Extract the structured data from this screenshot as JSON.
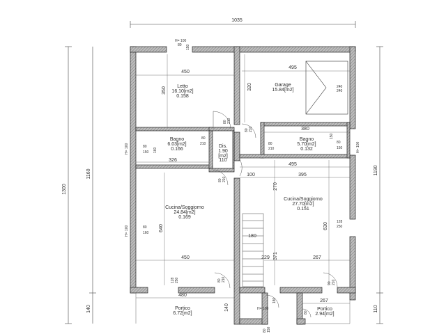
{
  "overall": {
    "width_total": "1035",
    "height_total": "1300",
    "height_left_inner": "1160",
    "height_right_inner": "1190",
    "bottom_left_offset": "140",
    "bottom_right_offset": "110"
  },
  "rooms": [
    {
      "id": "letto",
      "name": "Letto",
      "area": "16.10[m2]",
      "ratio": "0.158"
    },
    {
      "id": "garage",
      "name": "Garage",
      "area": "15.84[m2]",
      "ratio": ""
    },
    {
      "id": "bagno1",
      "name": "Bagno",
      "area": "6.03[m2]",
      "ratio": "0.166"
    },
    {
      "id": "dis",
      "name": "Dis.",
      "area": "1.90",
      "area2": "[m2]",
      "ratio": ""
    },
    {
      "id": "bagno2",
      "name": "Bagno",
      "area": "5.70[m2]",
      "ratio": "0.132"
    },
    {
      "id": "cucina1",
      "name": "Cucina/Soggiorno",
      "area": "24.84[m2]",
      "ratio": "0.169"
    },
    {
      "id": "cucina2",
      "name": "Cucina/Soggiorno",
      "area": "27.70[m2]",
      "ratio": "0.151"
    },
    {
      "id": "portico1",
      "name": "Portico",
      "area": "6.72[m2]",
      "ratio": ""
    },
    {
      "id": "portico2",
      "name": "Portico",
      "area": "2.94[m2]",
      "ratio": ""
    }
  ],
  "dims": {
    "letto_w": "450",
    "letto_h": "350",
    "garage_w": "495",
    "garage_h": "320",
    "bagno1_w": "326",
    "dis_w": "110",
    "bagno2_w": "380",
    "living2_w1": "495",
    "living2_w2": "395",
    "living2_100": "100",
    "living2_270": "270",
    "living2_630": "630",
    "living1_w": "450",
    "living1_h": "640",
    "living1_w_bottom": "480",
    "stair_180": "180",
    "stair_229": "229",
    "stair_371": "371",
    "stair_267": "267",
    "portico2_267": "267",
    "h_100a": "H= 100",
    "h_100b": "H= 100",
    "h_100c": "H= 100",
    "h_100d": "H= 100",
    "h_100e": "H= 100",
    "w80": "80",
    "w150": "150",
    "w210": "210",
    "w160": "160",
    "w128": "128",
    "w250": "250",
    "w90": "90",
    "w140": "140",
    "w240": "240",
    "w180": "180"
  }
}
